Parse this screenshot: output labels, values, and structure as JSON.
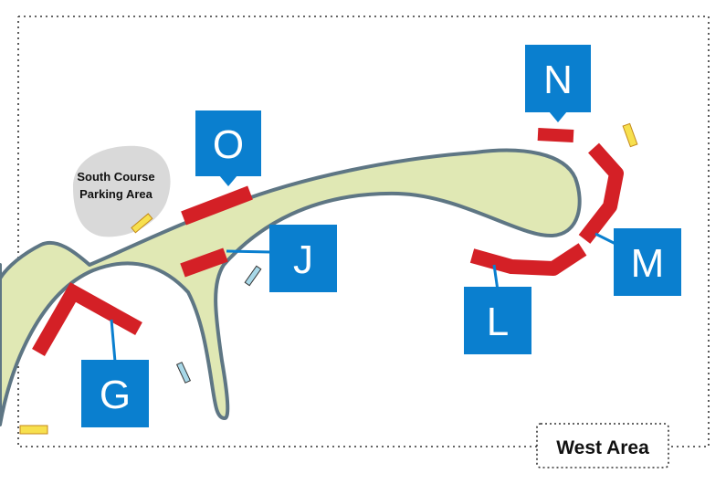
{
  "colors": {
    "track_fill": "#e0e8b4",
    "track_outline": "#5e7684",
    "marker_blue": "#0a7fcf",
    "stand_red": "#d42026",
    "yellow": "#f7e04e",
    "yellow_border": "#c48a1a",
    "light_blue": "#a8d8e8",
    "parking_gray": "#d9d9d9",
    "border": "#333333"
  },
  "parking_area": {
    "line1": "South Course",
    "line2": "Parking Area"
  },
  "area_label": "West Area",
  "markers": [
    {
      "id": "G",
      "label": "G"
    },
    {
      "id": "J",
      "label": "J"
    },
    {
      "id": "L",
      "label": "L"
    },
    {
      "id": "M",
      "label": "M"
    },
    {
      "id": "N",
      "label": "N"
    },
    {
      "id": "O",
      "label": "O"
    }
  ]
}
